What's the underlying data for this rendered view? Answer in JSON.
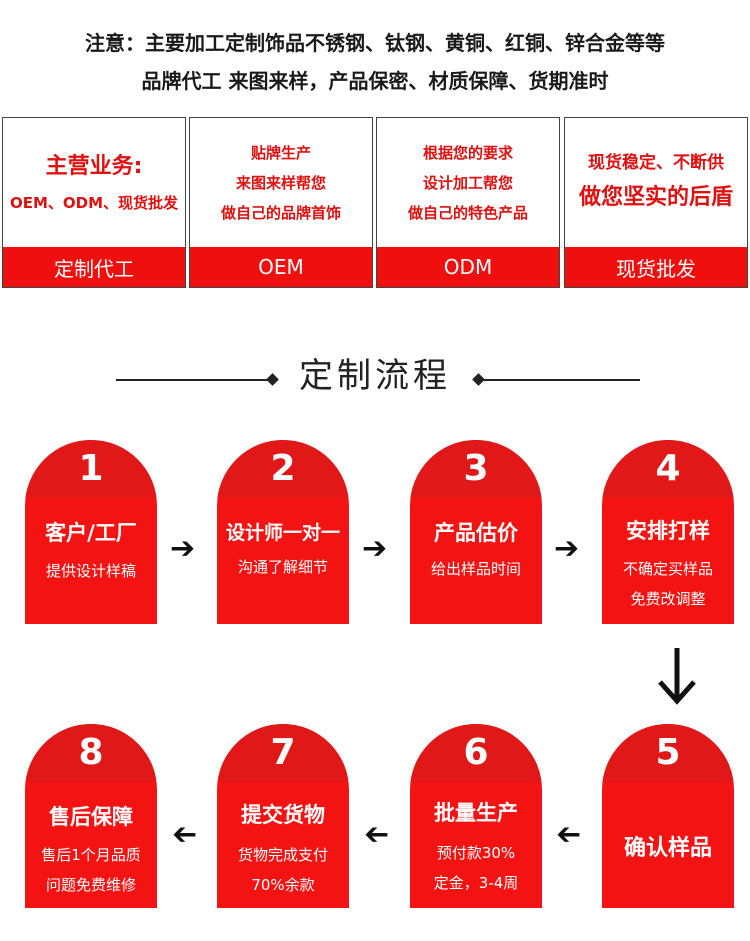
{
  "notice": {
    "line1": "注意：主要加工定制饰品不锈钢、钛钢、黄铜、红铜、锌合金等等",
    "line2": "品牌代工 来图来样，产品保密、材质保障、货期准时"
  },
  "services": [
    {
      "lines": [
        "主营业务:",
        "OEM、ODM、现货批发"
      ],
      "footer": "定制代工"
    },
    {
      "lines": [
        "贴牌生产",
        "来图来样帮您",
        "做自己的品牌首饰"
      ],
      "footer": "OEM"
    },
    {
      "lines": [
        "根据您的要求",
        "设计加工帮您",
        "做自己的特色产品"
      ],
      "footer": "ODM"
    },
    {
      "lines": [
        "现货稳定、不断供",
        "做您坚实的后盾"
      ],
      "footer": "现货批发"
    }
  ],
  "flow": {
    "title": "定制流程",
    "steps": [
      {
        "num": "1",
        "title": "客户/工厂",
        "desc": [
          "提供设计样稿"
        ]
      },
      {
        "num": "2",
        "title": "设计师一对一",
        "desc": [
          "沟通了解细节"
        ]
      },
      {
        "num": "3",
        "title": "产品估价",
        "desc": [
          "给出样品时间"
        ]
      },
      {
        "num": "4",
        "title": "安排打样",
        "desc": [
          "不确定买样品",
          "免费改调整"
        ]
      },
      {
        "num": "5",
        "title": "确认样品",
        "desc": []
      },
      {
        "num": "6",
        "title": "批量生产",
        "desc": [
          "预付款30%",
          "定金，3-4周"
        ]
      },
      {
        "num": "7",
        "title": "提交货物",
        "desc": [
          "货物完成支付",
          "70%余款"
        ]
      },
      {
        "num": "8",
        "title": "售后保障",
        "desc": [
          "售后1个月品质",
          "问题免费维修"
        ]
      }
    ]
  },
  "colors": {
    "red": "#f41313",
    "cap_red": "#e01818",
    "text_red": "#e01010"
  },
  "icons": {
    "arrow_right": "arrow-right-icon",
    "arrow_left": "arrow-left-icon",
    "arrow_down": "arrow-down-icon"
  }
}
